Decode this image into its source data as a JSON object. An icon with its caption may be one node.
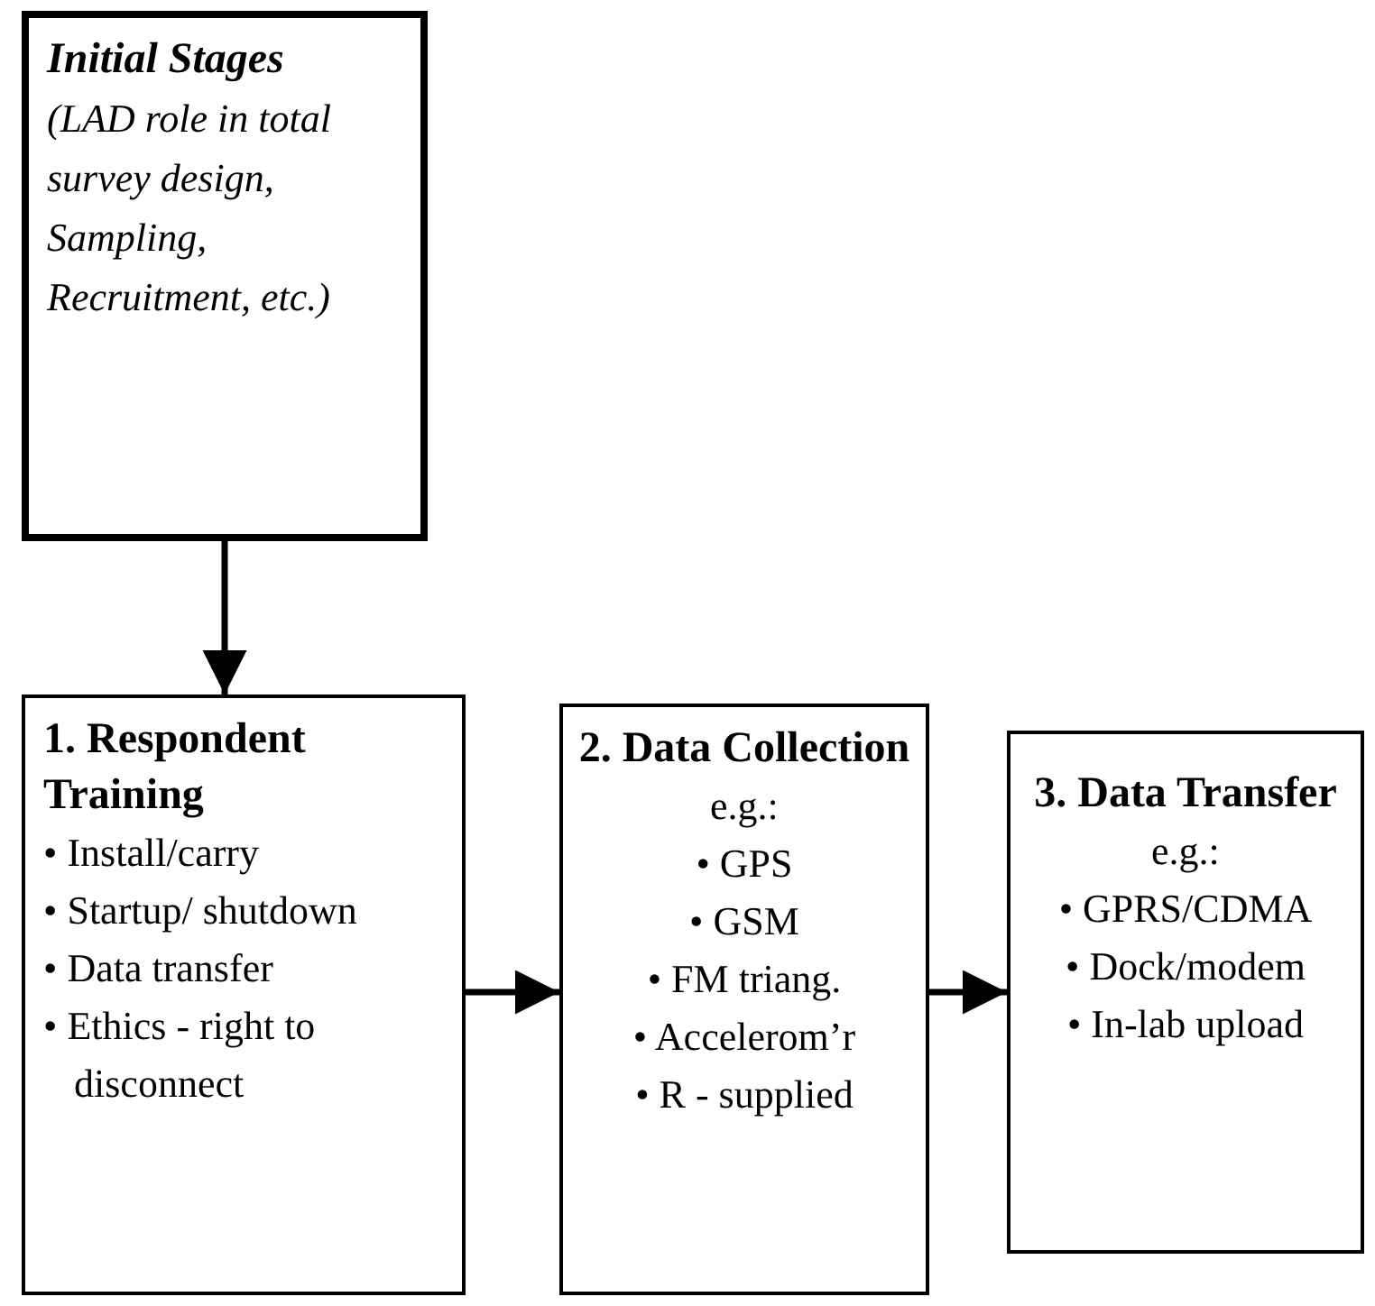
{
  "diagram": {
    "nodes": [
      {
        "text": [
          "Initial Stages",
          "(LAD role in total survey design, Sampling, Recruitment, etc.)"
        ]
      },
      {
        "text": [
          "1. Respondent Training",
          "• Install/carry",
          "• Startup/ shutdown",
          "• Data transfer",
          "• Ethics - right to disconnect"
        ]
      },
      {
        "text": [
          "2. Data Collection",
          "e.g.:",
          "• GPS",
          "• GSM",
          "• FM triang.",
          "• Accelerom’r",
          "• R - supplied"
        ]
      },
      {
        "text": [
          "3. Data Transfer",
          "e.g.:",
          "• GPRS/CDMA",
          "• Dock/modem",
          "• In-lab upload"
        ]
      }
    ],
    "edges": [
      {
        "from": 0,
        "to": 1,
        "arrow": "to"
      },
      {
        "from": 1,
        "to": 2,
        "arrow": "to"
      },
      {
        "from": 2,
        "to": 3,
        "arrow": "to"
      }
    ]
  }
}
